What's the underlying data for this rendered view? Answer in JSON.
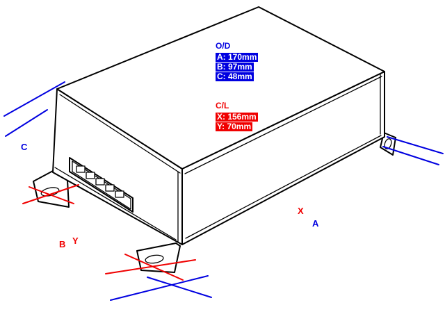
{
  "diagram": {
    "od": {
      "header": "O/D",
      "values": [
        "A: 170mm",
        "B: 97mm",
        "C: 48mm"
      ]
    },
    "cl": {
      "header": "C/L",
      "values": [
        "X: 156mm",
        "Y: 70mm"
      ]
    },
    "point_labels": {
      "c": "C",
      "b": "B",
      "y": "Y",
      "x": "X",
      "a": "A"
    },
    "colors": {
      "blue": "#0000e0",
      "red": "#f00000",
      "line": "#000000",
      "background": "#ffffff"
    }
  }
}
